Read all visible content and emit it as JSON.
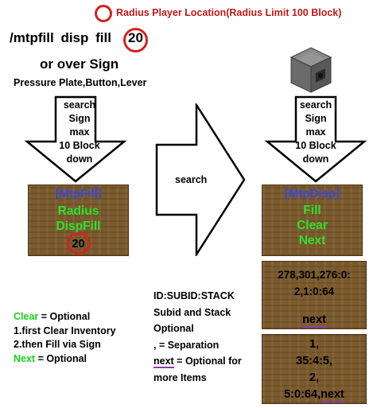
{
  "legend": {
    "text": "Radius Player Location(Radius Limit 100 Block)"
  },
  "command": {
    "text": "/mtpfill  disp   fill",
    "number": "20",
    "or_text": "or over Sign"
  },
  "triggers": {
    "text": "Pressure Plate,Button,Lever"
  },
  "left_arrow": {
    "lines": [
      "search",
      "Sign",
      "max",
      "10 Block",
      "down"
    ]
  },
  "middle_arrow": {
    "label": "search"
  },
  "right_arrow": {
    "lines": [
      "search",
      "Sign",
      "max",
      "10 Block",
      "down"
    ]
  },
  "left_sign": {
    "title": "[MtpFill]",
    "line2": "Radius",
    "line3": "DispFill",
    "number": "20"
  },
  "right_sign": {
    "title": "[MtpDisp]",
    "line2": "Fill",
    "line3": "Clear",
    "line4": "Next"
  },
  "sign_a": {
    "line1": "278,301,276:0:",
    "line2": "2,1:0:64",
    "next": "next"
  },
  "sign_b": {
    "line1": "1,",
    "line2": "35:4:5,",
    "line3": "2,",
    "line4_pre": "5:0:64,",
    "next": "next"
  },
  "notes_left": {
    "clear_word": "Clear",
    "clear_rest": " = Optional",
    "step1": "1.first Clear Inventory",
    "step2": "2.then Fill via Sign",
    "next_word": "Next",
    "next_rest": " = Optional"
  },
  "notes_middle": {
    "heading": "ID:SUBID:STACK",
    "line1": "Subid and Stack",
    "line2": "Optional",
    "line3": ", = Separation",
    "next_word": "next",
    "next_rest": " = Optional for",
    "line5": "more Items"
  },
  "colors": {
    "red_circle": "#d0241f",
    "sign_green": "#2ee12e",
    "sign_blue": "#3b48d8",
    "underline": "#8d3ca1",
    "wood": "#7a5a2c"
  },
  "icons": {
    "block": "dispenser-block-icon"
  }
}
